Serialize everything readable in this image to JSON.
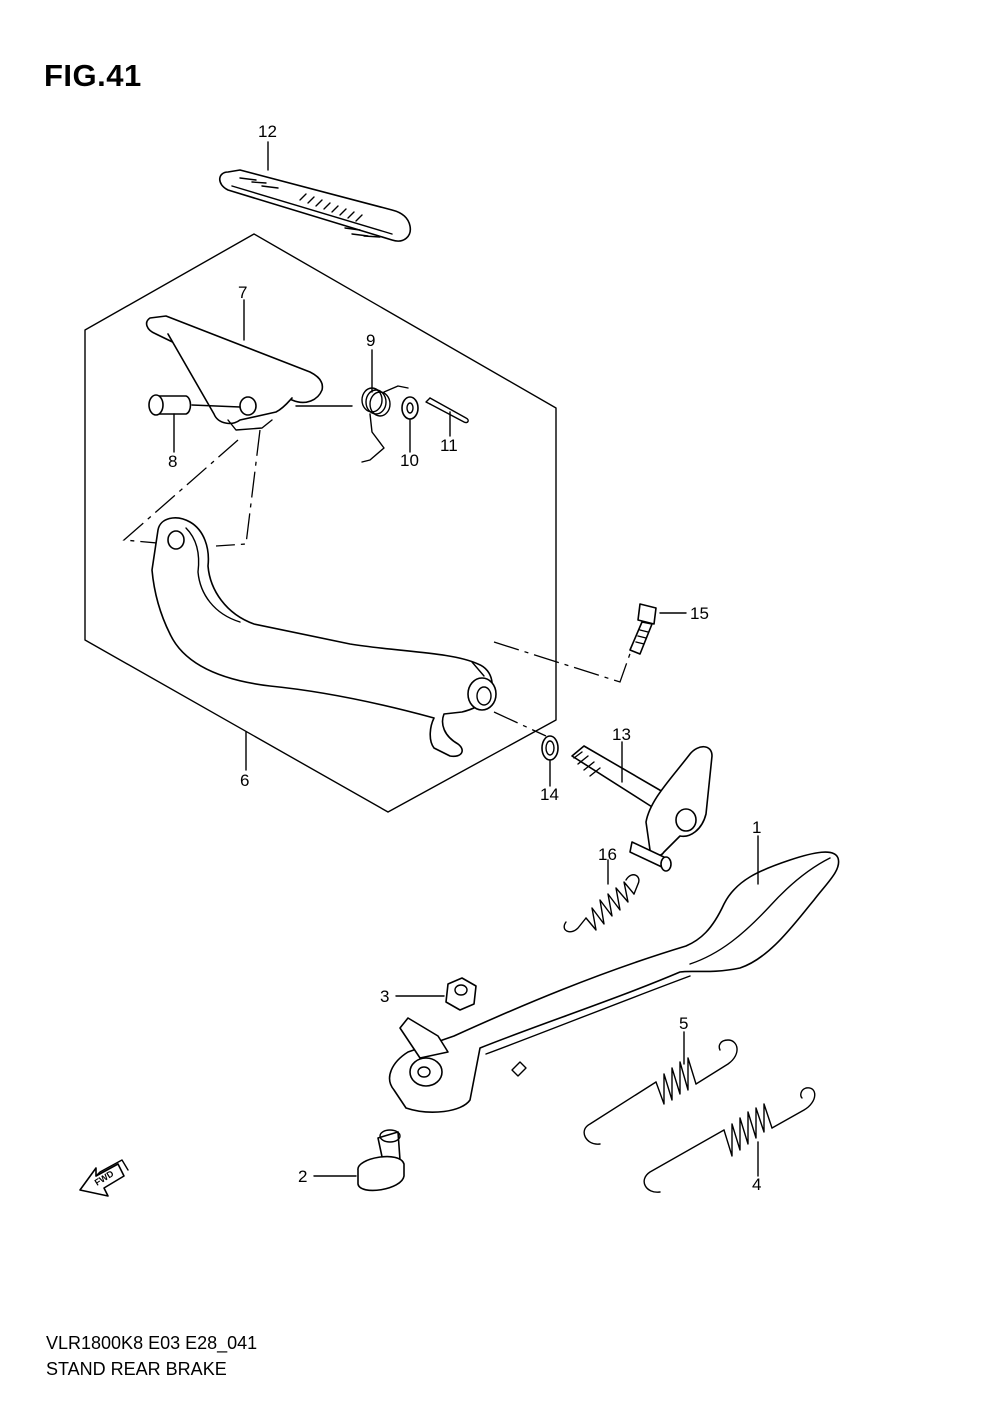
{
  "figure": {
    "title": "FIG.41",
    "model_code": "VLR1800K8 E03 E28_041",
    "name": "STAND REAR BRAKE"
  },
  "fwd_badge": {
    "text": "FWD",
    "icon": "fwd-arrow-icon"
  },
  "callouts": [
    {
      "id": "1",
      "part": "side stand"
    },
    {
      "id": "2",
      "part": "stand bolt"
    },
    {
      "id": "3",
      "part": "nut"
    },
    {
      "id": "4",
      "part": "stand spring (outer)"
    },
    {
      "id": "5",
      "part": "stand spring (inner)"
    },
    {
      "id": "6",
      "part": "rear brake pedal"
    },
    {
      "id": "7",
      "part": "pedal footrest pad"
    },
    {
      "id": "8",
      "part": "pin"
    },
    {
      "id": "9",
      "part": "torsion spring"
    },
    {
      "id": "10",
      "part": "washer"
    },
    {
      "id": "11",
      "part": "cotter pin"
    },
    {
      "id": "12",
      "part": "footrest rubber"
    },
    {
      "id": "13",
      "part": "brake shaft"
    },
    {
      "id": "14",
      "part": "O-ring"
    },
    {
      "id": "15",
      "part": "bolt"
    },
    {
      "id": "16",
      "part": "return spring"
    }
  ]
}
